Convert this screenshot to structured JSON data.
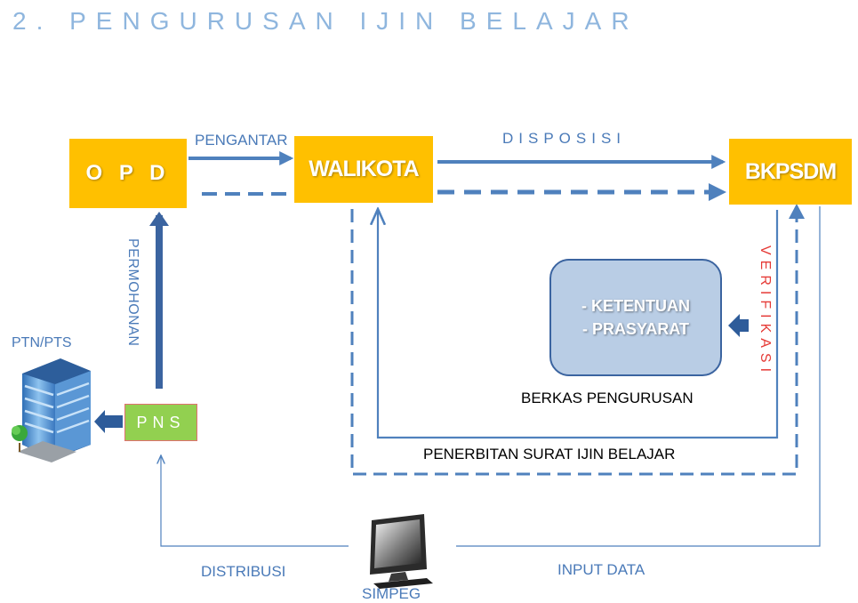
{
  "title": "2. PENGURUSAN IJIN BELAJAR",
  "nodes": {
    "opd": "O P D",
    "walikota": "WALIKOTA",
    "bkpsdm": "BKPSDM",
    "pns": "PNS",
    "berkas_lines": [
      "- KETENTUAN",
      "- PRASYARAT"
    ]
  },
  "labels": {
    "pengantar": "PENGANTAR",
    "disposisi": "DISPOSISI",
    "permohonan": "PERMOHONAN",
    "verifikasi": "VERIFIKASI",
    "berkas_pengurusan": "BERKAS PENGURUSAN",
    "penerbitan": "PENERBITAN SURAT IJIN BELAJAR",
    "distribusi": "DISTRIBUSI",
    "input_data": "INPUT DATA",
    "simpeg": "SIMPEG",
    "ptn_pts": "PTN/PTS"
  },
  "colors": {
    "box_yellow": "#ffc000",
    "pns_green": "#92d050",
    "arrow_blue": "#4f81bd",
    "title_blue": "#8fb6de",
    "verifikasi_red": "#e53935"
  },
  "icons": [
    "office-building-icon",
    "computer-monitor-icon"
  ]
}
